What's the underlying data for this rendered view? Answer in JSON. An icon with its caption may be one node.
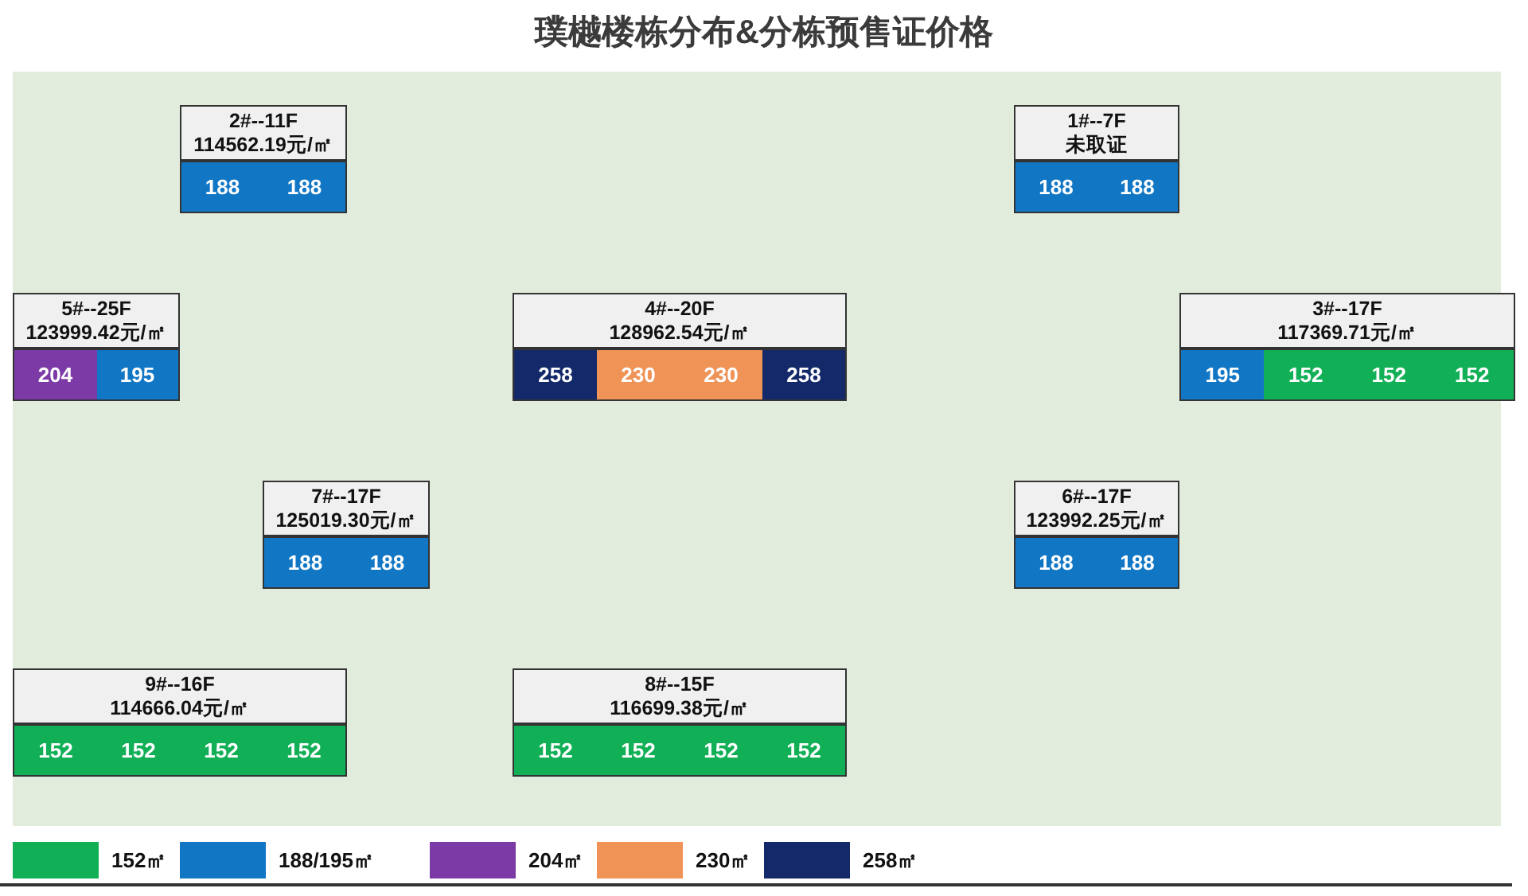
{
  "diagram": {
    "title": "璞樾楼栋分布&分栋预售证价格",
    "nodes": [
      {
        "text": [
          "2#--11F",
          "114562.19元/㎡"
        ]
      },
      {
        "text": [
          "188"
        ],
        "in": 0
      },
      {
        "text": [
          "188"
        ],
        "in": 0
      },
      {
        "text": [
          "1#--7F",
          "未取证"
        ]
      },
      {
        "text": [
          "188"
        ],
        "in": 3
      },
      {
        "text": [
          "188"
        ],
        "in": 3
      },
      {
        "text": [
          "5#--25F",
          "123999.42元/㎡"
        ]
      },
      {
        "text": [
          "204"
        ],
        "in": 6
      },
      {
        "text": [
          "195"
        ],
        "in": 6
      },
      {
        "text": [
          "4#--20F",
          "128962.54元/㎡"
        ]
      },
      {
        "text": [
          "258"
        ],
        "in": 9
      },
      {
        "text": [
          "230"
        ],
        "in": 9
      },
      {
        "text": [
          "230"
        ],
        "in": 9
      },
      {
        "text": [
          "258"
        ],
        "in": 9
      },
      {
        "text": [
          "3#--17F",
          "117369.71元/㎡"
        ]
      },
      {
        "text": [
          "195"
        ],
        "in": 14
      },
      {
        "text": [
          "152"
        ],
        "in": 14
      },
      {
        "text": [
          "152"
        ],
        "in": 14
      },
      {
        "text": [
          "152"
        ],
        "in": 14
      },
      {
        "text": [
          "7#--17F",
          "125019.30元/㎡"
        ]
      },
      {
        "text": [
          "188"
        ],
        "in": 19
      },
      {
        "text": [
          "188"
        ],
        "in": 19
      },
      {
        "text": [
          "6#--17F",
          "123992.25元/㎡"
        ]
      },
      {
        "text": [
          "188"
        ],
        "in": 22
      },
      {
        "text": [
          "188"
        ],
        "in": 22
      },
      {
        "text": [
          "9#--16F",
          "114666.04元/㎡"
        ]
      },
      {
        "text": [
          "152"
        ],
        "in": 25
      },
      {
        "text": [
          "152"
        ],
        "in": 25
      },
      {
        "text": [
          "152"
        ],
        "in": 25
      },
      {
        "text": [
          "152"
        ],
        "in": 25
      },
      {
        "text": [
          "8#--15F",
          "116699.38元/㎡"
        ]
      },
      {
        "text": [
          "152"
        ],
        "in": 30
      },
      {
        "text": [
          "152"
        ],
        "in": 30
      },
      {
        "text": [
          "152"
        ],
        "in": 30
      },
      {
        "text": [
          "152"
        ],
        "in": 30
      }
    ],
    "legend": [
      {
        "text": "152㎡",
        "color": "#12b056"
      },
      {
        "text": "188/195㎡",
        "color": "#1177c5"
      },
      {
        "text": "204㎡",
        "color": "#7b3aa6"
      },
      {
        "text": "230㎡",
        "color": "#ef9356"
      },
      {
        "text": "258㎡",
        "color": "#13296a"
      }
    ]
  }
}
